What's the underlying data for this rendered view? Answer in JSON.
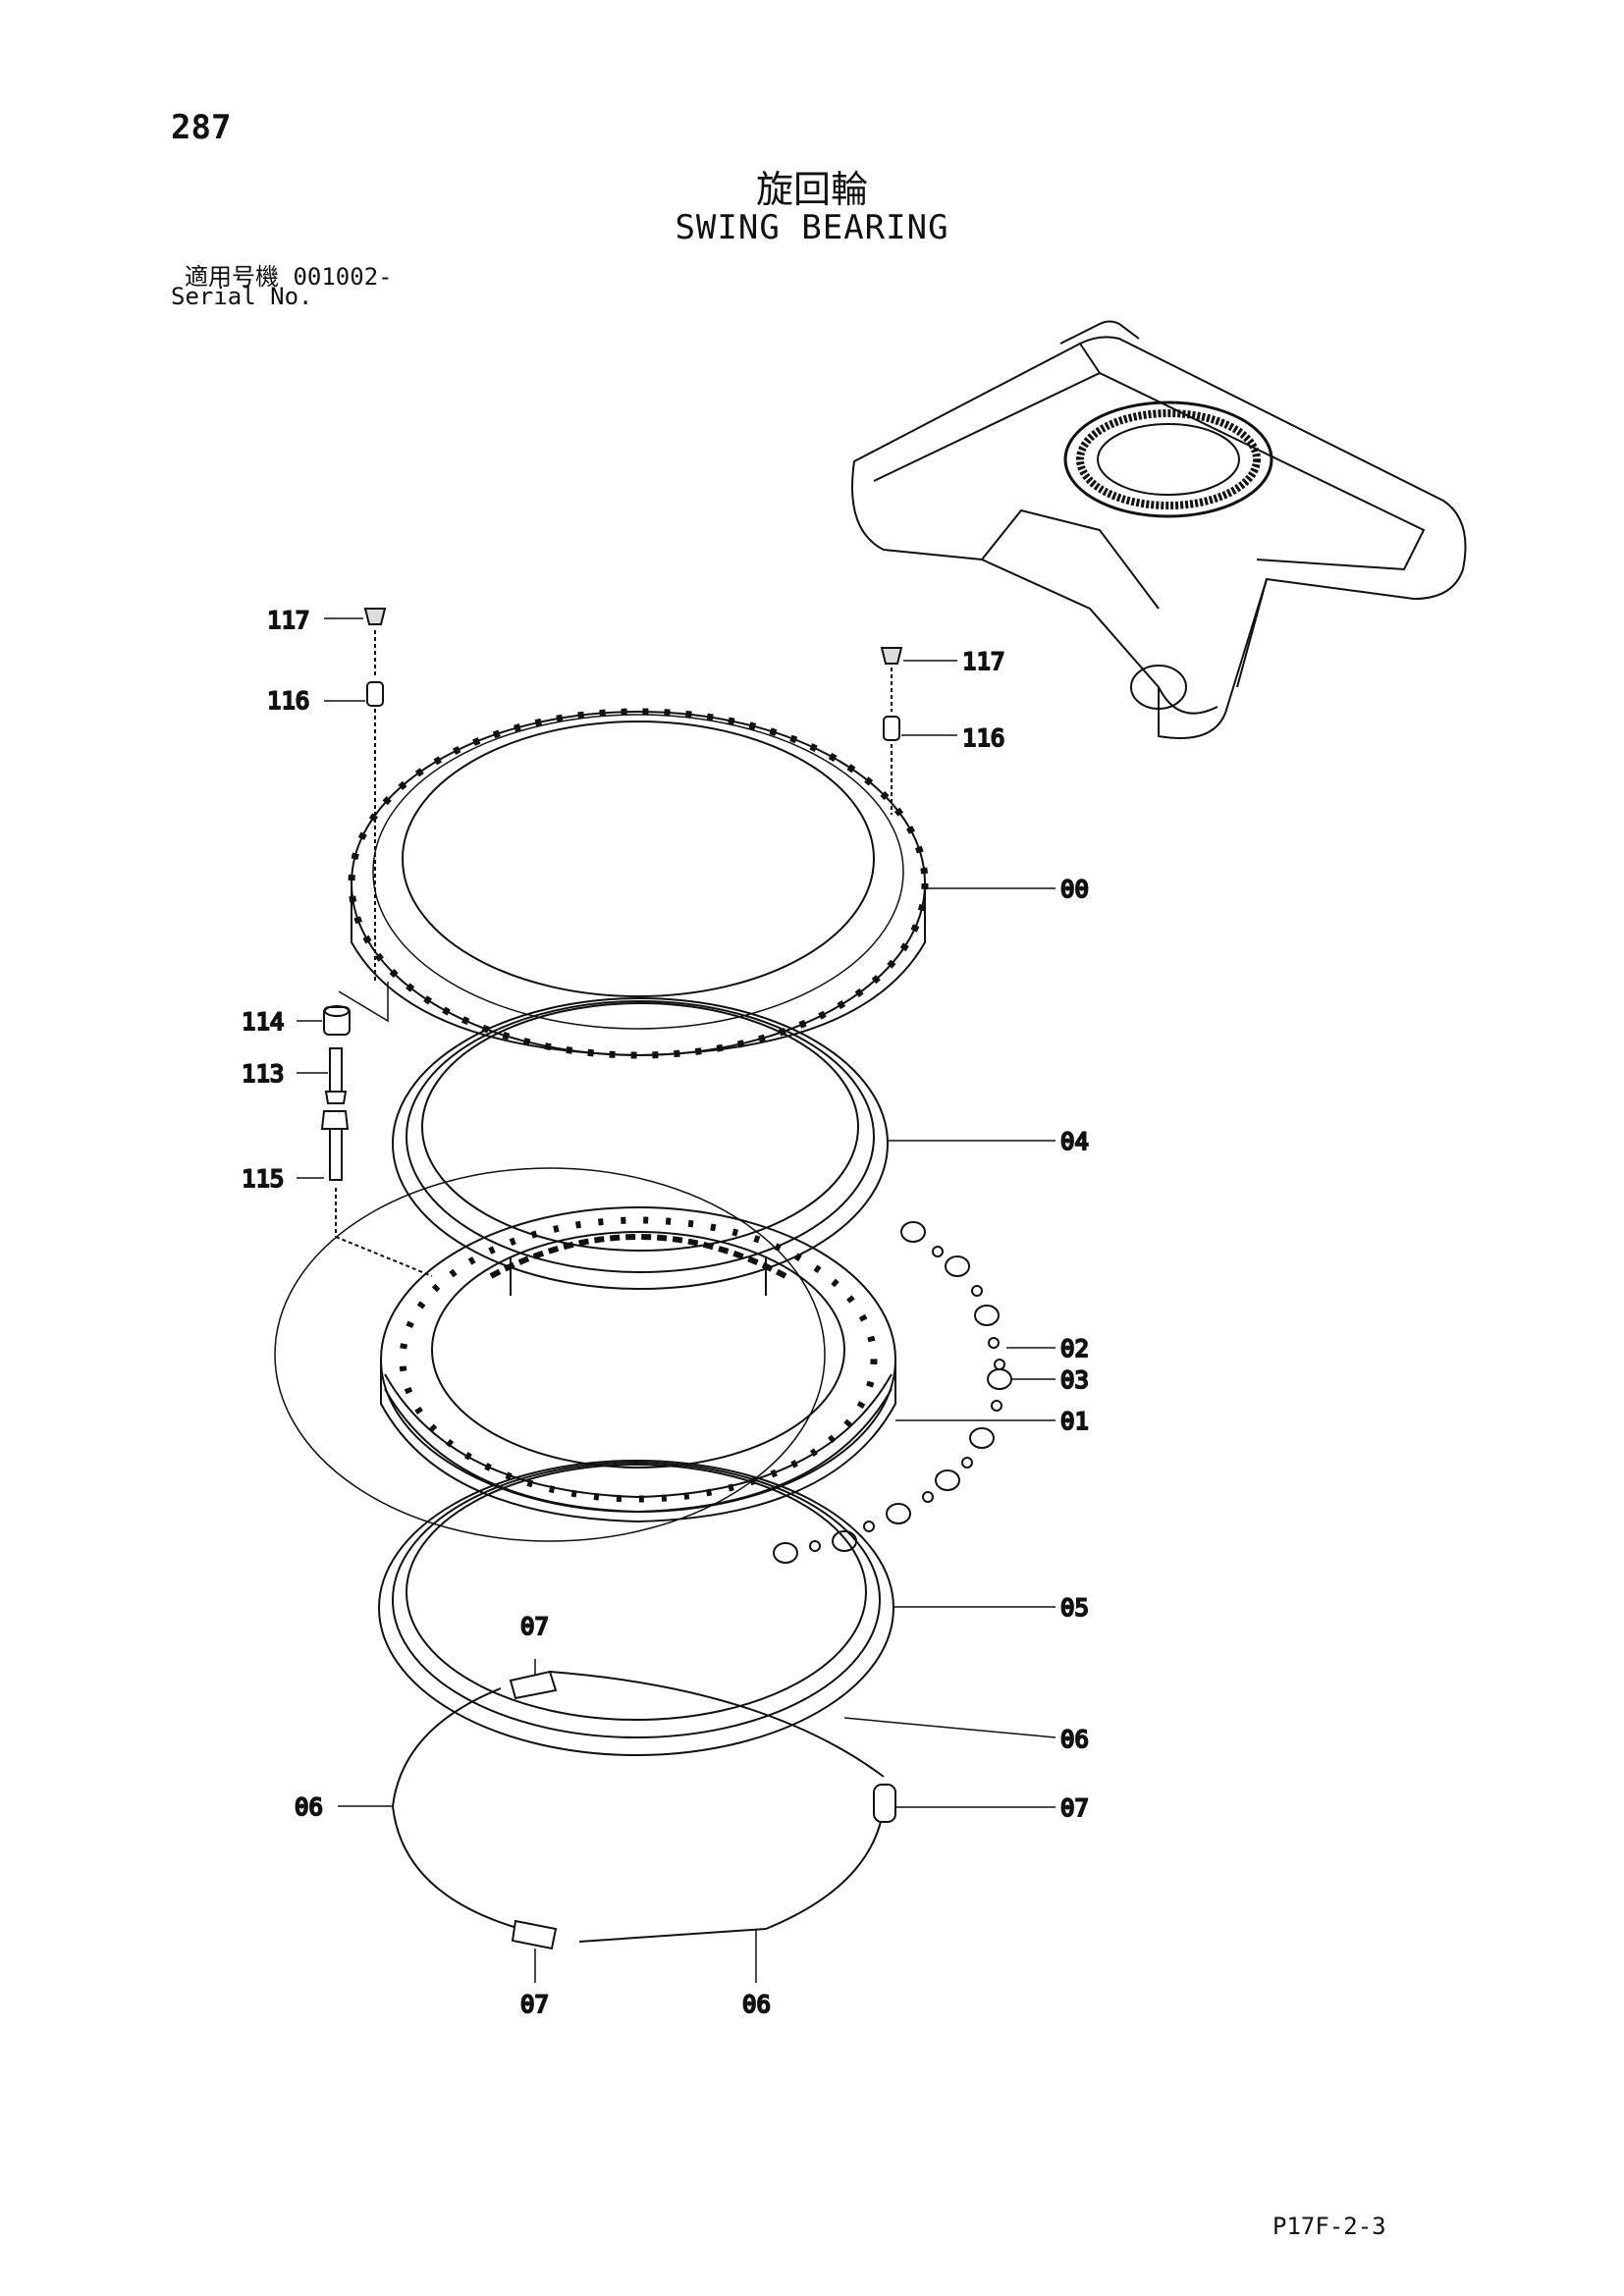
{
  "page_number": "287",
  "title_jp": "旋回輪",
  "title_en": "SWING BEARING",
  "serial_jp_label": "適用号機",
  "serial_range": "001002-",
  "serial_en_label": "Serial No.",
  "drawing_code": "P17F-2-3",
  "callouts": {
    "c117a": "117",
    "c116a": "116",
    "c117b": "117",
    "c116b": "116",
    "c00": "00",
    "c114": "114",
    "c113": "113",
    "c04": "04",
    "c115": "115",
    "c02": "02",
    "c03": "03",
    "c01": "01",
    "c05": "05",
    "c07a": "07",
    "c06a": "06",
    "c06b": "06",
    "c07b": "07",
    "c07c": "07",
    "c06c": "06"
  }
}
